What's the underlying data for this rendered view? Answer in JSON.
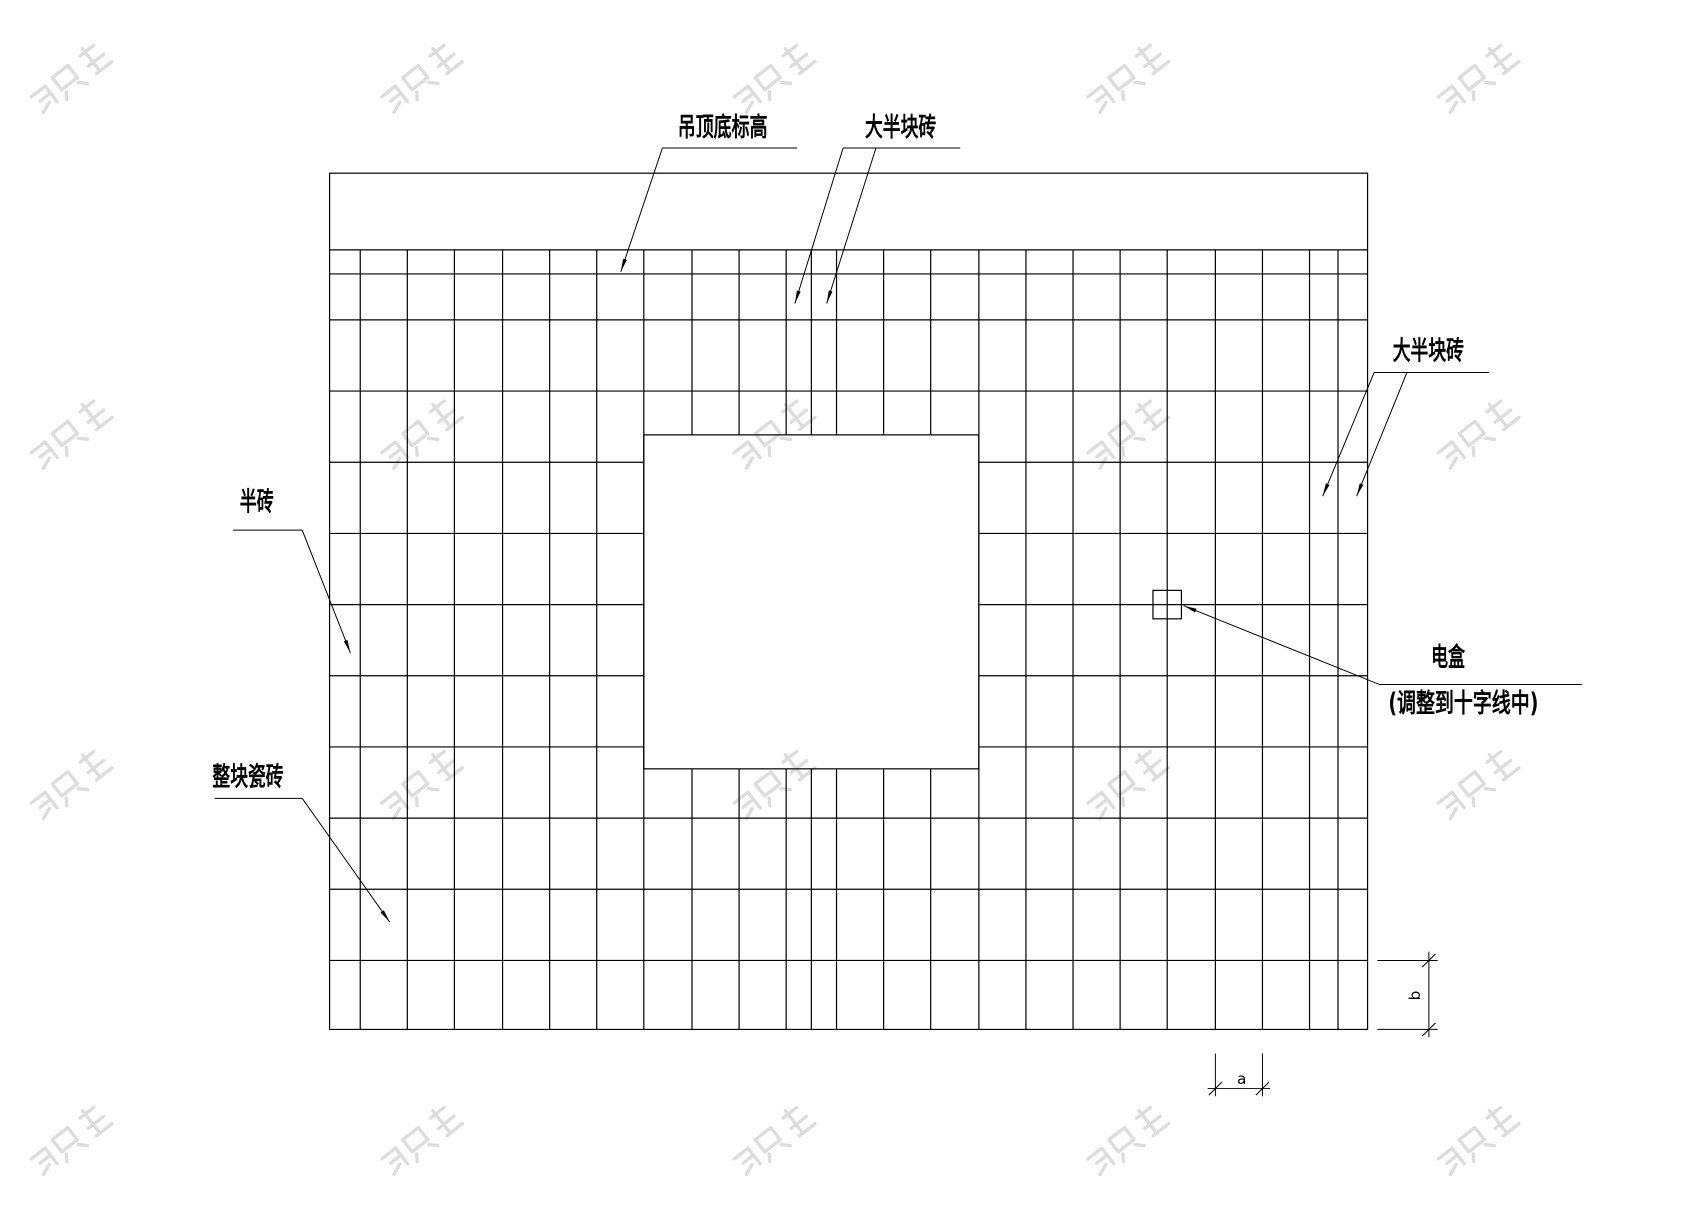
{
  "labels": {
    "ceiling_bottom": "吊顶底标高",
    "large_half_top": "大半块砖",
    "large_half_right": "大半块砖",
    "half_brick": "半砖",
    "full_tile": "整块瓷砖",
    "electric_box": "电盒",
    "electric_box_note": "(调整到十字线中)"
  },
  "dimensions": {
    "tile_width": "a",
    "tile_height": "b"
  },
  "colors": {
    "line": "#000000",
    "watermark": "#dcdcdc",
    "background": "#ffffff"
  }
}
